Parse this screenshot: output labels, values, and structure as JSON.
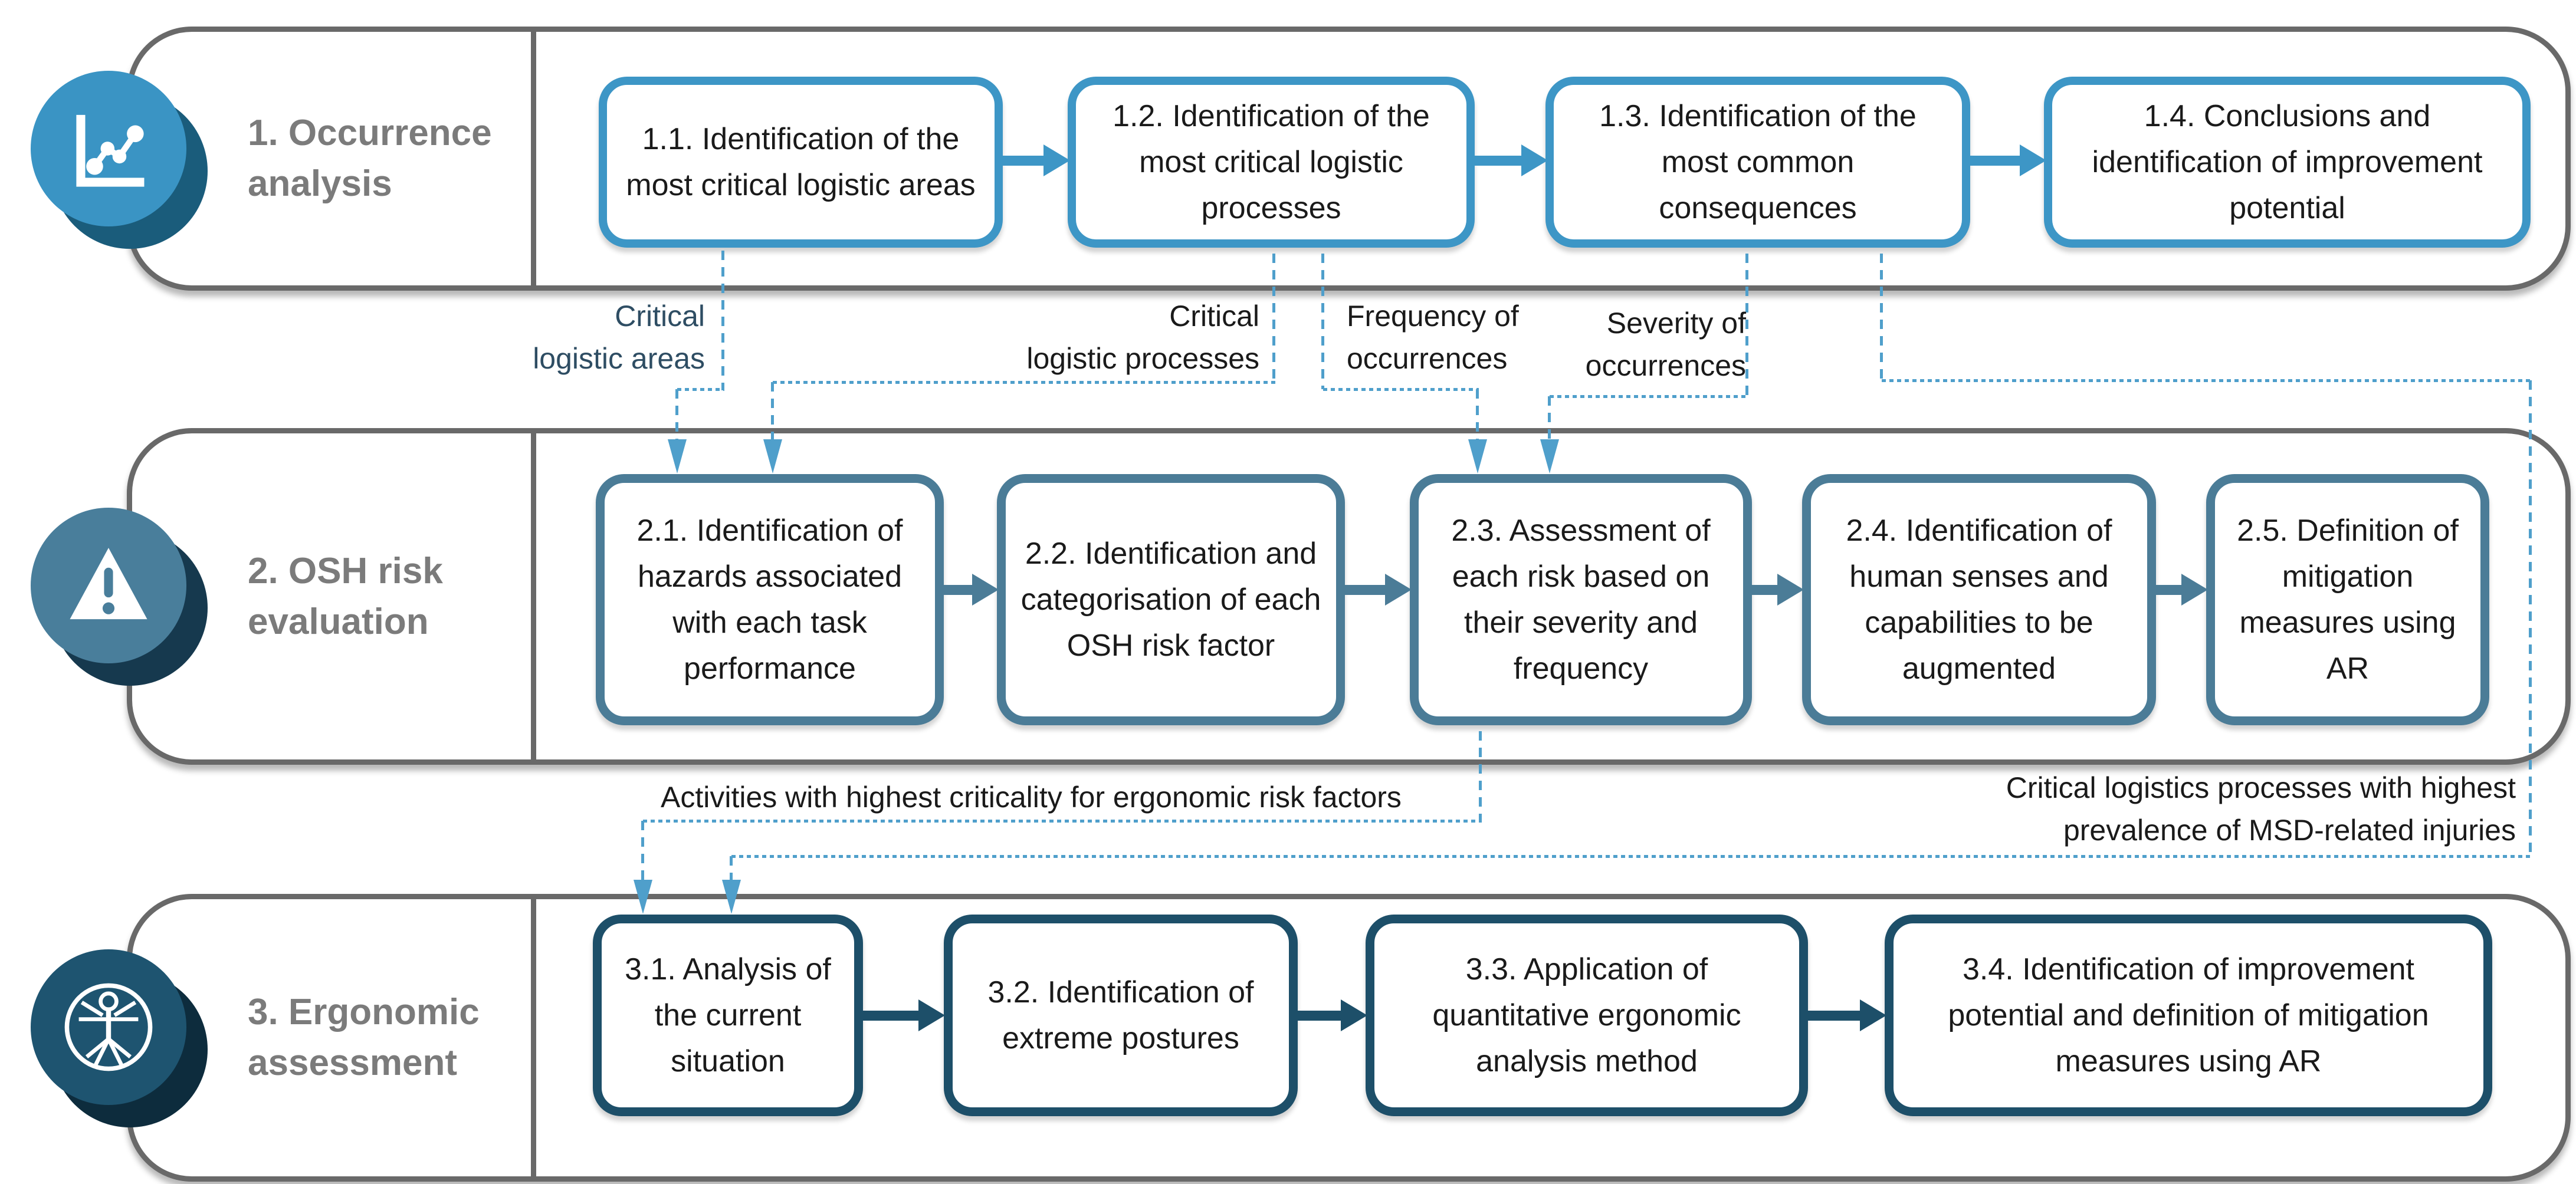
{
  "phases": [
    {
      "number": "1",
      "label": "1. Occurrence\nanalysis",
      "icon": "line-chart",
      "accent_color": "#3d96c6",
      "steps": [
        {
          "text": "1.1. Identification of the most critical logistic areas"
        },
        {
          "text": "1.2. Identification of the most critical logistic processes"
        },
        {
          "text": "1.3. Identification of the most common consequences"
        },
        {
          "text": "1.4. Conclusions and identification of improvement potential"
        }
      ]
    },
    {
      "number": "2",
      "label": "2. OSH risk\nevaluation",
      "icon": "warning-triangle",
      "accent_color": "#4b7c97",
      "steps": [
        {
          "text": "2.1. Identification of hazards associated with each task performance"
        },
        {
          "text": "2.2. Identification and categorisation of each OSH risk factor"
        },
        {
          "text": "2.3. Assessment of each risk based on their severity and frequency"
        },
        {
          "text": "2.4. Identification of human senses and capabilities to be augmented"
        },
        {
          "text": "2.5. Definition of mitigation measures using AR"
        }
      ]
    },
    {
      "number": "3",
      "label": "3. Ergonomic\nassessment",
      "icon": "vitruvian-man",
      "accent_color": "#1d4f69",
      "steps": [
        {
          "text": "3.1. Analysis of the current situation"
        },
        {
          "text": "3.2. Identification of extreme postures"
        },
        {
          "text": "3.3. Application of quantitative ergonomic analysis method"
        },
        {
          "text": "3.4. Identification of improvement potential and definition of mitigation measures using AR"
        }
      ]
    }
  ],
  "connector_labels": {
    "critical_logistic_areas": "Critical\nlogistic areas",
    "critical_logistic_processes": "Critical\nlogistic processes",
    "frequency_of_occurrences": "Frequency of\noccurrences",
    "severity_of_occurrences": "Severity of\noccurrences",
    "activities_highest_criticality": "Activities with highest criticality for ergonomic risk factors",
    "critical_msd_processes": "Critical logistics processes with highest\nprevalence of MSD-related injuries"
  },
  "colors": {
    "band_border": "#696969",
    "phase_label_text": "#7b7b7b",
    "phase1_accent": "#3d96c6",
    "phase2_accent": "#4b7c97",
    "phase3_accent": "#1d4f69",
    "connector_dashed": "#4f9fcb",
    "connector_label_dark": "#2e4d63",
    "step_text": "#1a1a1a",
    "icon1_shadow": "#1a5c7b",
    "icon2_shadow": "#16394e",
    "icon3_shadow": "#0d2c3d"
  }
}
